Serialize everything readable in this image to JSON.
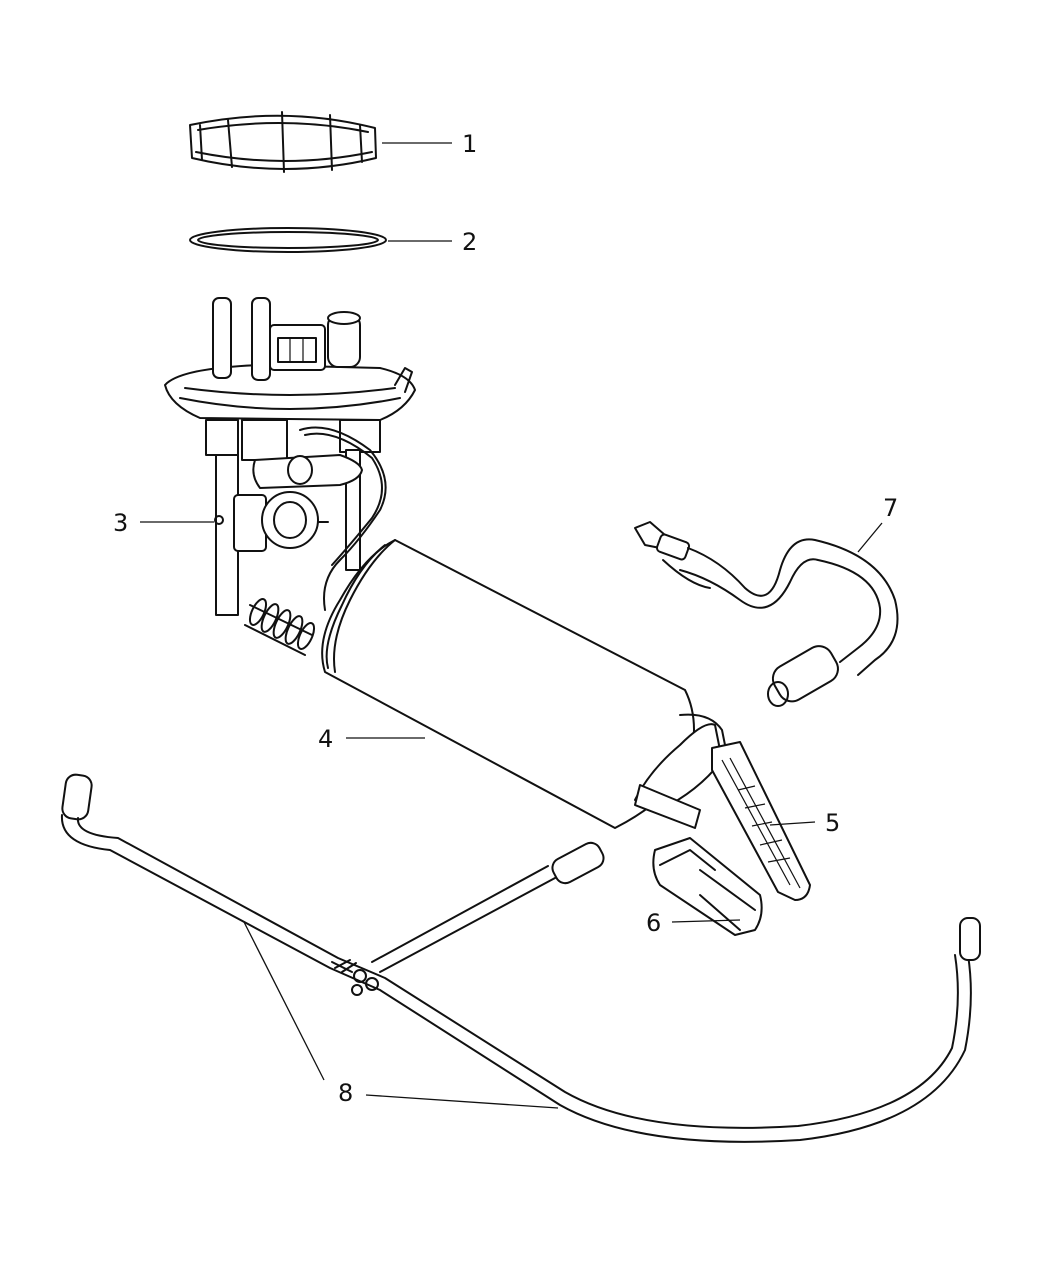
{
  "diagram": {
    "callouts": [
      {
        "id": "lock-ring",
        "label": "1"
      },
      {
        "id": "seal",
        "label": "2"
      },
      {
        "id": "pressure-regulator",
        "label": "3"
      },
      {
        "id": "fuel-pump-module",
        "label": "4"
      },
      {
        "id": "level-sensor",
        "label": "5"
      },
      {
        "id": "connector",
        "label": "6"
      },
      {
        "id": "fuel-line",
        "label": "7"
      },
      {
        "id": "harness",
        "label": "8"
      }
    ]
  }
}
